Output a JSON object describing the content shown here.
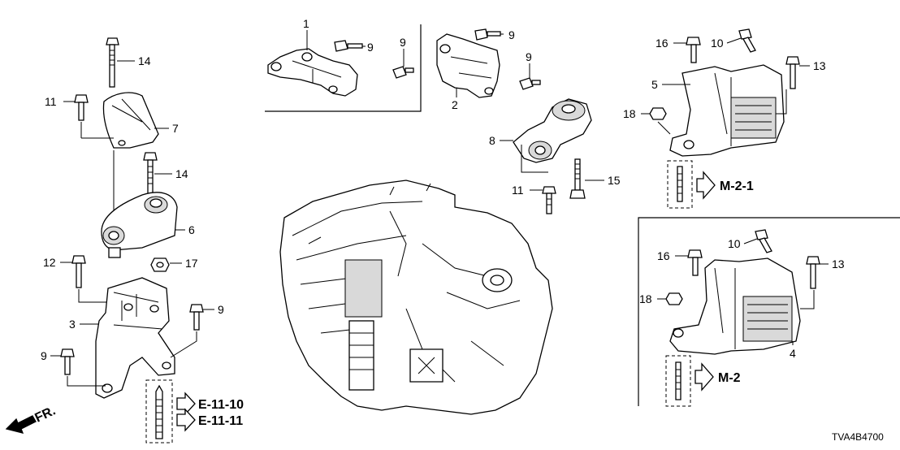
{
  "diagram": {
    "callouts": {
      "c1": "1",
      "c2": "2",
      "c3": "3",
      "c4": "4",
      "c5": "5",
      "c6": "6",
      "c7": "7",
      "c8": "8",
      "c9a": "9",
      "c9b": "9",
      "c9c": "9",
      "c9d": "9",
      "c9e": "9",
      "c9f": "9",
      "c10a": "10",
      "c10b": "10",
      "c11a": "11",
      "c11b": "11",
      "c12": "12",
      "c13a": "13",
      "c13b": "13",
      "c14a": "14",
      "c14b": "14",
      "c15": "15",
      "c16a": "16",
      "c16b": "16",
      "c17": "17",
      "c18a": "18",
      "c18b": "18"
    },
    "references": {
      "e11_10": "E-11-10",
      "e11_11": "E-11-11",
      "m21": "M-2-1",
      "m2": "M-2"
    },
    "direction_label": "FR.",
    "diagram_code": "TVA4B4700"
  }
}
